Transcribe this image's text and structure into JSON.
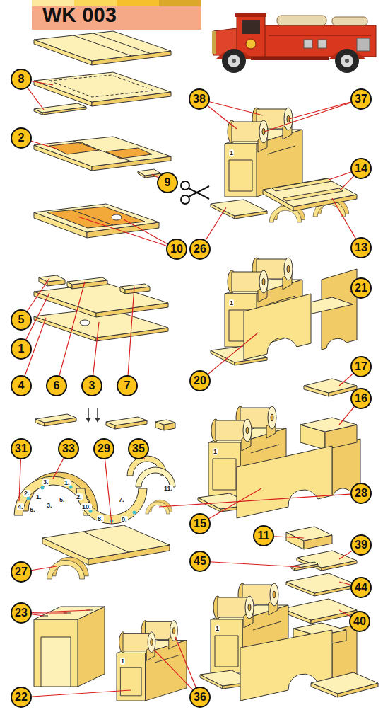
{
  "diagram": {
    "title": "WK 003",
    "nodes": [
      {
        "text": [
          "8"
        ]
      },
      {
        "text": [
          "38"
        ]
      },
      {
        "text": [
          "37"
        ]
      },
      {
        "text": [
          "2"
        ]
      },
      {
        "text": [
          "14"
        ]
      },
      {
        "text": [
          "9"
        ]
      },
      {
        "text": [
          "10"
        ]
      },
      {
        "text": [
          "26"
        ]
      },
      {
        "text": [
          "13"
        ]
      },
      {
        "text": [
          "21"
        ]
      },
      {
        "text": [
          "5"
        ]
      },
      {
        "text": [
          "1"
        ]
      },
      {
        "text": [
          "17"
        ]
      },
      {
        "text": [
          "20"
        ]
      },
      {
        "text": [
          "4"
        ]
      },
      {
        "text": [
          "6"
        ]
      },
      {
        "text": [
          "3"
        ]
      },
      {
        "text": [
          "7"
        ]
      },
      {
        "text": [
          "16"
        ]
      },
      {
        "text": [
          "31"
        ]
      },
      {
        "text": [
          "33"
        ]
      },
      {
        "text": [
          "29"
        ]
      },
      {
        "text": [
          "35"
        ]
      },
      {
        "text": [
          "28"
        ]
      },
      {
        "text": [
          "15"
        ]
      },
      {
        "text": [
          "11"
        ]
      },
      {
        "text": [
          "39"
        ]
      },
      {
        "text": [
          "45"
        ]
      },
      {
        "text": [
          "27"
        ]
      },
      {
        "text": [
          "44"
        ]
      },
      {
        "text": [
          "23"
        ]
      },
      {
        "text": [
          "40"
        ]
      },
      {
        "text": [
          "22"
        ]
      },
      {
        "text": [
          "36"
        ]
      }
    ],
    "labels": [
      "1",
      "1",
      "1",
      "2.",
      "3.",
      "4.",
      "1.",
      "1.",
      "6.",
      "3.",
      "5.",
      "2.",
      "7.",
      "10.",
      "8.",
      "9.",
      "11.",
      "1",
      "1"
    ]
  }
}
